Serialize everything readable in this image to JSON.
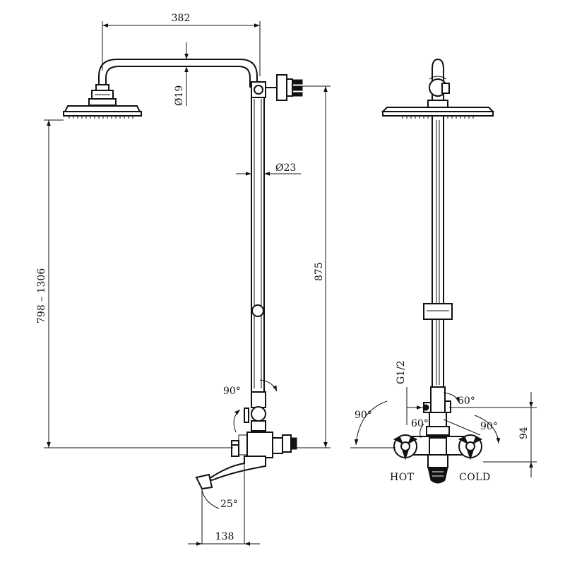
{
  "side_view": {
    "dim_arm_width": "382",
    "dim_pipe_small": "Ø19",
    "dim_pipe_main": "Ø23",
    "dim_height_range": "798 – 1306",
    "dim_bar_height": "875",
    "angle_diverter": "90°",
    "angle_spout": "25°",
    "dim_spout_reach": "138"
  },
  "front_view": {
    "thread": "G1/2",
    "angle_left_outer": "90°",
    "angle_top": "60°",
    "angle_left_inner": "60°",
    "angle_right": "90°",
    "dim_mixer_height": "94",
    "label_hot": "HOT",
    "label_cold": "COLD"
  }
}
